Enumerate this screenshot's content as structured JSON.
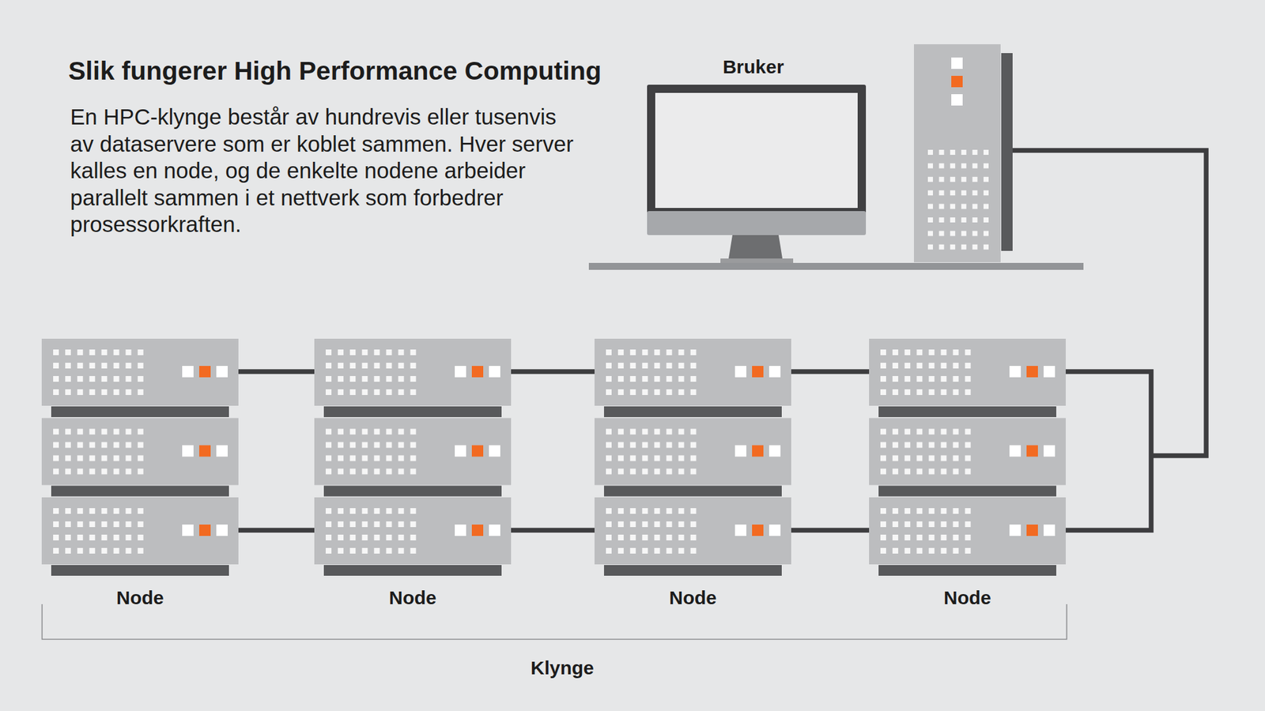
{
  "diagram": {
    "title": "Slik fungerer High Performance Computing",
    "caption": "En HPC-klynge består av hundrevis eller tusenvis av dataservere som er koblet sammen. Hver server kalles en node, og de enkelte nodene arbeider parallelt sammen i et nettverk som forbedrer prosessorkraften.",
    "nodes": [
      {
        "text": [
          "Bruker"
        ]
      },
      {
        "text": [
          "Node"
        ]
      },
      {
        "text": [
          "Node"
        ]
      },
      {
        "text": [
          "Node"
        ]
      },
      {
        "text": [
          "Node"
        ]
      }
    ],
    "edges": [
      {
        "from": 1,
        "to": 2,
        "arrow": "none"
      },
      {
        "from": 1,
        "to": 2,
        "arrow": "none"
      },
      {
        "from": 2,
        "to": 3,
        "arrow": "none"
      },
      {
        "from": 2,
        "to": 3,
        "arrow": "none"
      },
      {
        "from": 3,
        "to": 4,
        "arrow": "none"
      },
      {
        "from": 3,
        "to": 4,
        "arrow": "none"
      },
      {
        "from": 4,
        "to": 0,
        "arrow": "none"
      }
    ],
    "labels": [
      "Klynge"
    ]
  }
}
